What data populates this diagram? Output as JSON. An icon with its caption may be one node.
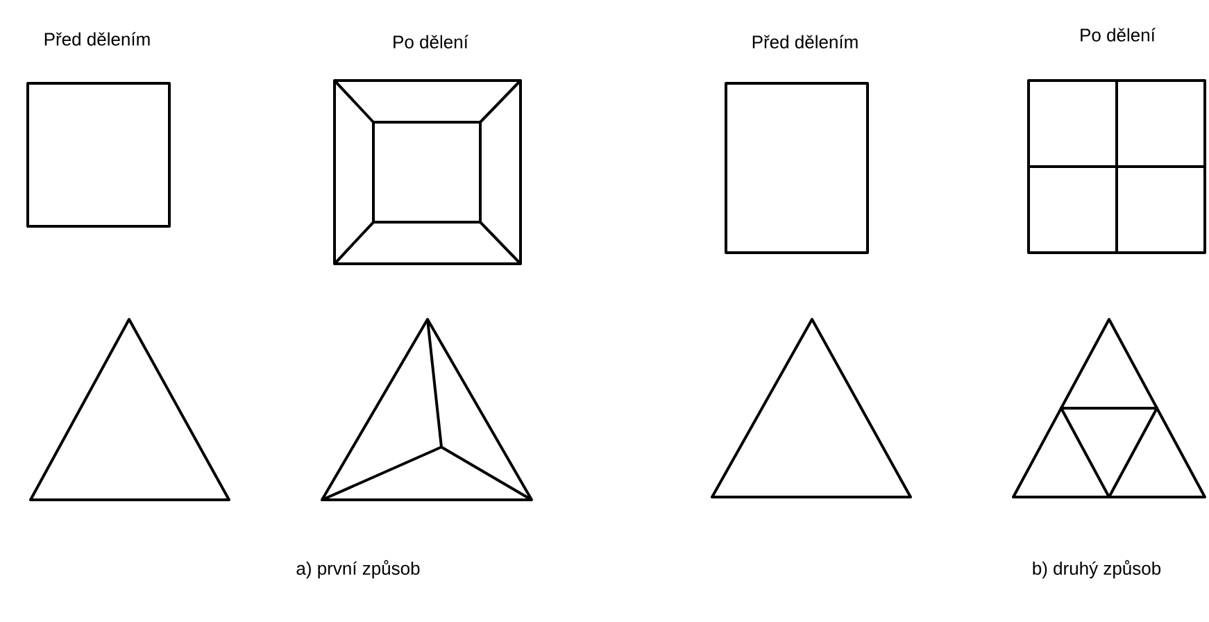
{
  "diagram": {
    "labels": [
      "Před dělením",
      "Po dělení",
      "Před dělením",
      "Po dělení",
      "a) první způsob",
      "b) druhý způsob"
    ]
  }
}
